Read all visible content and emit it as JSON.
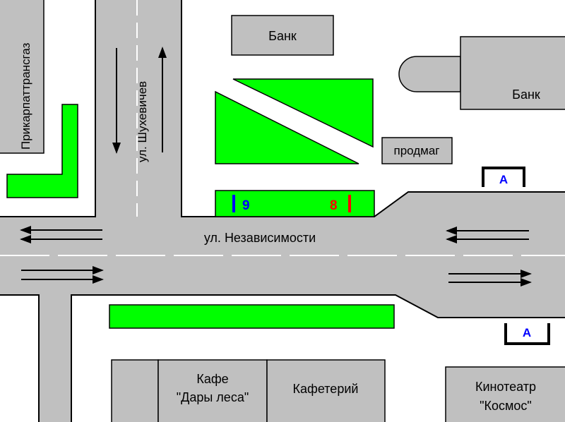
{
  "streets": {
    "main": "ул. Независимости",
    "vertical": "ул. Шухевичев"
  },
  "buildings": {
    "prikarpat": "Прикарпаттрансгаз",
    "bank1": "Банк",
    "bank2": "Банк",
    "prodmag": "продмаг",
    "cafe_line1": "Кафе",
    "cafe_line2": "\"Дары леса\"",
    "cafeteria": "Кафетерий",
    "cinema_line1": "Кинотеатр",
    "cinema_line2": "\"Космос\""
  },
  "stops": {
    "bus_top": "А",
    "bus_bottom": "А",
    "route_9": "9",
    "route_8": "8"
  },
  "colors": {
    "road": "#c0c0c0",
    "green": "#00ff00",
    "building": "#c0c0c0",
    "route_9": "#0000ff",
    "route_8": "#ff0000"
  }
}
